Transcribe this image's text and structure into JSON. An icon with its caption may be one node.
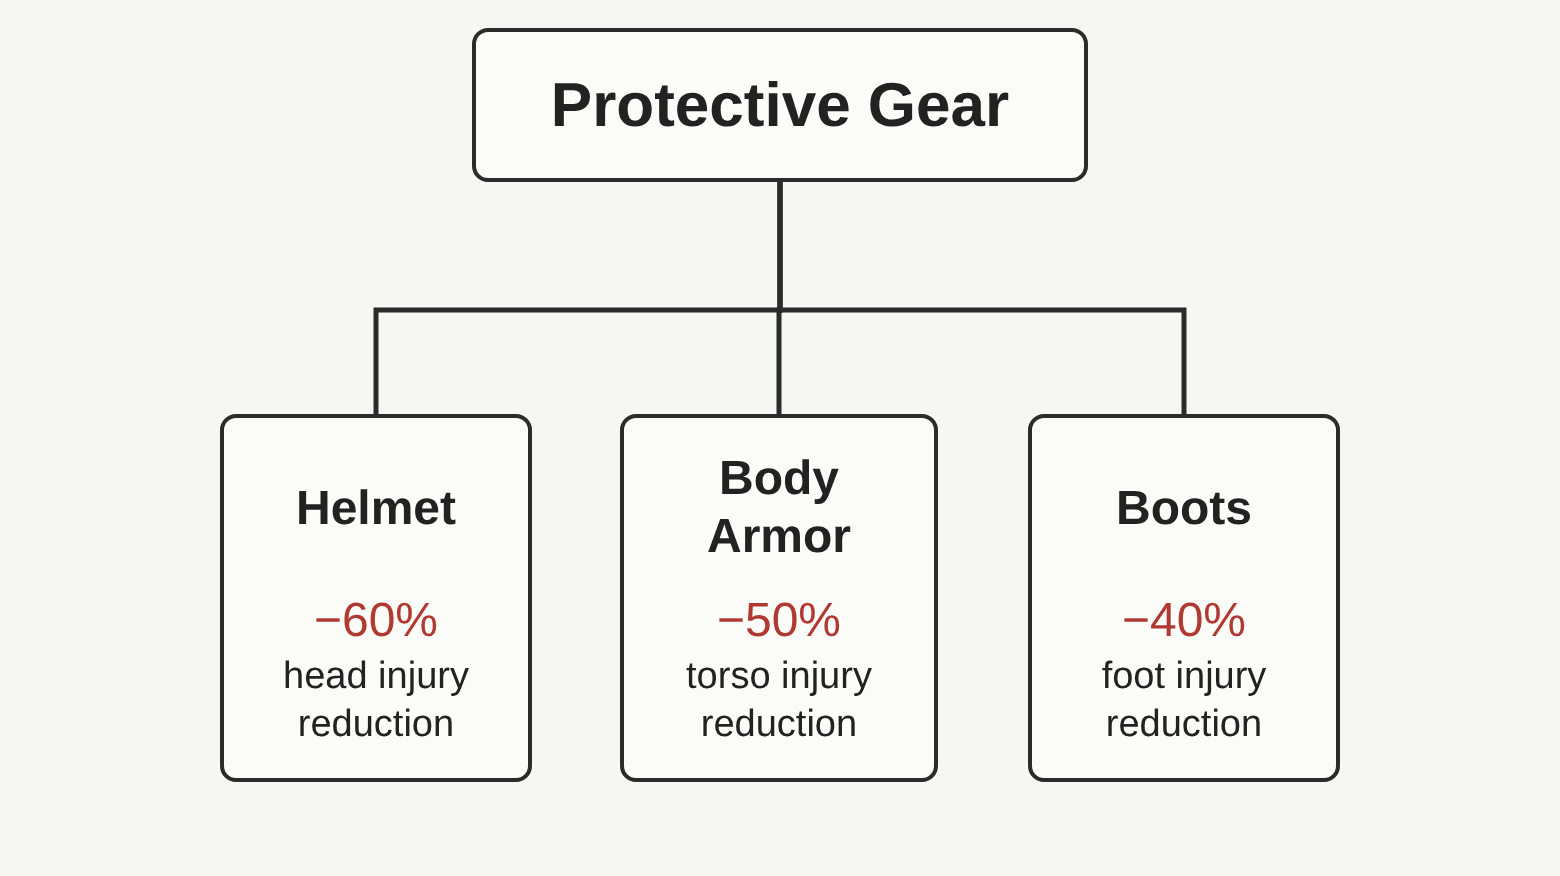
{
  "diagram": {
    "nodes": [
      {
        "text": [
          "Protective Gear"
        ]
      },
      {
        "text": [
          "Helmet",
          "−60%",
          "head injury reduction"
        ]
      },
      {
        "text": [
          "Body Armor",
          "−50%",
          "torso injury reduction"
        ]
      },
      {
        "text": [
          "Boots",
          "−40%",
          "foot injury reduction"
        ]
      }
    ],
    "edges": [
      {
        "from": 0,
        "to": 1,
        "arrow": "none"
      },
      {
        "from": 0,
        "to": 2,
        "arrow": "none"
      },
      {
        "from": 0,
        "to": 3,
        "arrow": "none"
      }
    ]
  }
}
